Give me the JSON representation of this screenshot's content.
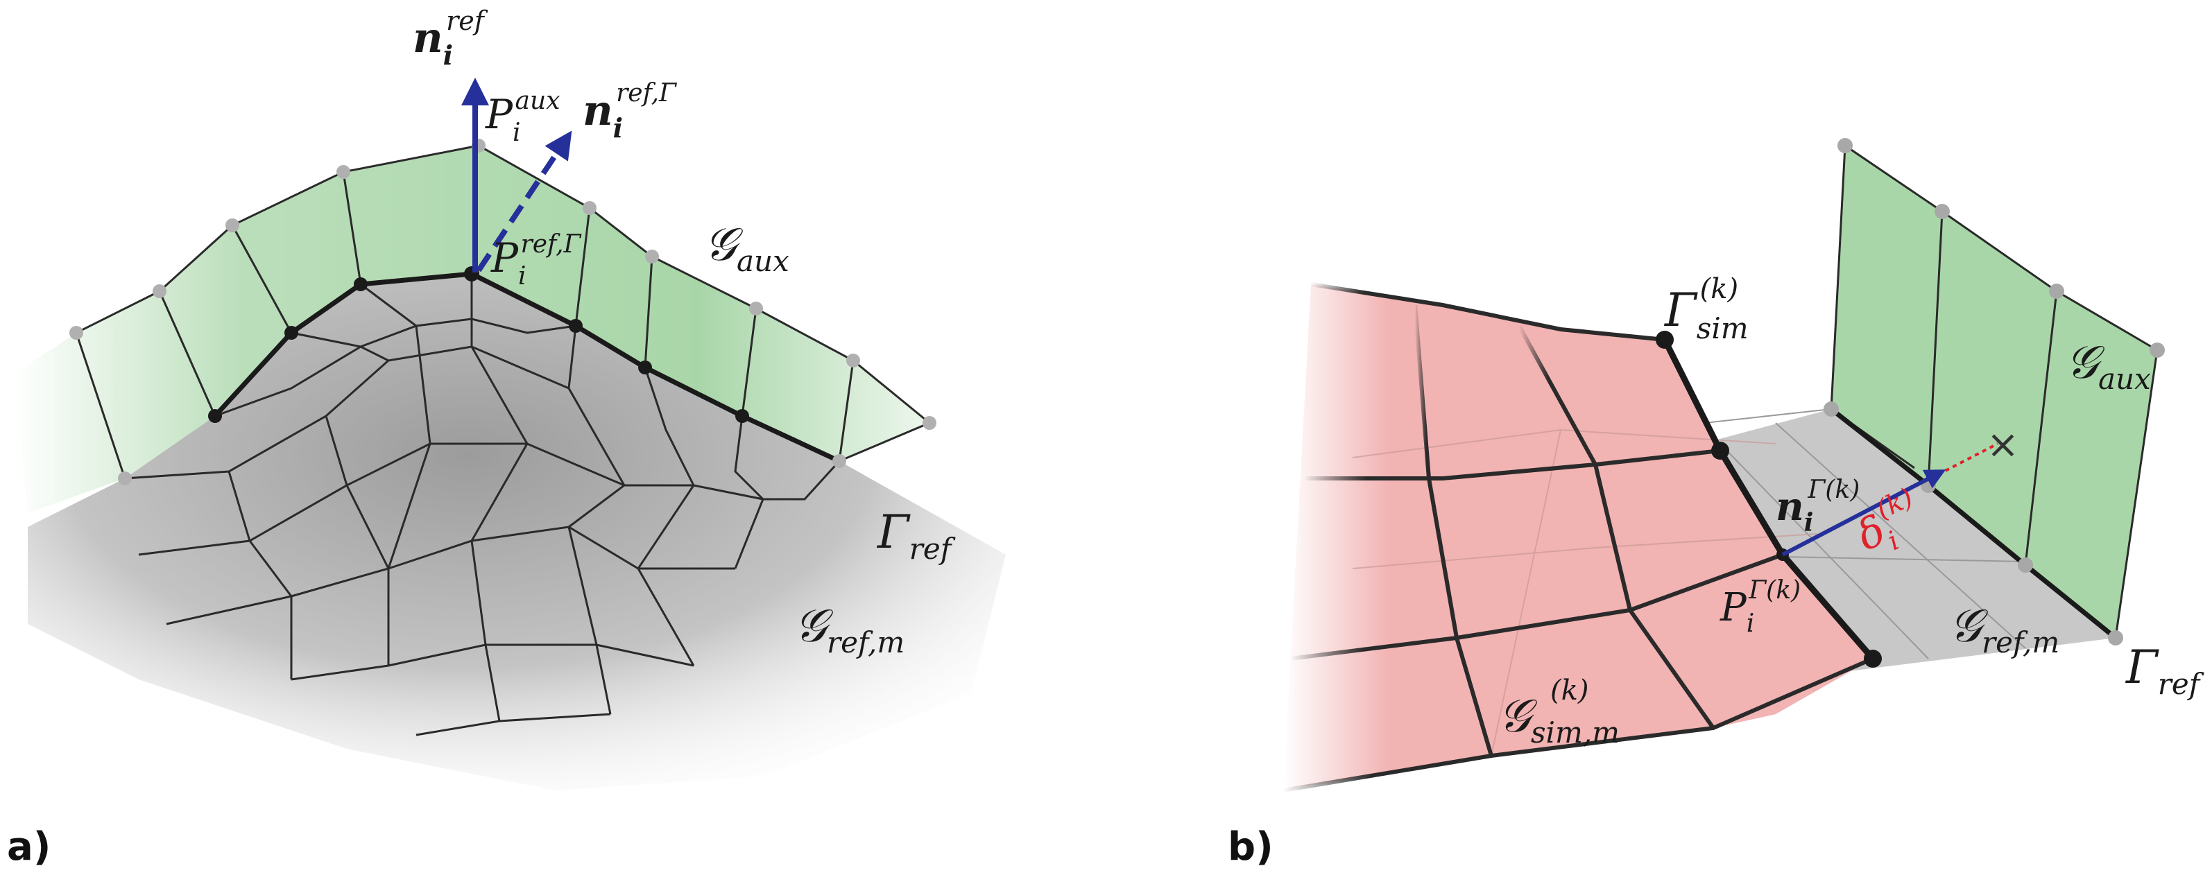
{
  "panels": {
    "a": {
      "tag": "a)",
      "labels": {
        "n_ref": {
          "base": "n",
          "sub": "i",
          "sup": "ref"
        },
        "p_aux": {
          "base": "P",
          "sub": "i",
          "sup": "aux"
        },
        "n_ref_gamma": {
          "base": "n",
          "sub": "i",
          "sup": "ref,Γ"
        },
        "p_ref_gamma": {
          "base": "P",
          "sub": "i",
          "sup": "ref,Γ"
        },
        "g_aux": {
          "base": "𝒢",
          "sub": "aux"
        },
        "gamma_ref": {
          "base": "Γ",
          "sub": "ref"
        },
        "g_ref_m": {
          "base": "𝒢",
          "sub": "ref,m"
        }
      }
    },
    "b": {
      "tag": "b)",
      "labels": {
        "gamma_sim": {
          "base": "Γ",
          "sub": "sim",
          "sup": "(k)"
        },
        "g_aux": {
          "base": "𝒢",
          "sub": "aux"
        },
        "n_gamma": {
          "base": "n",
          "sub": "i",
          "sup": "Γ(k)"
        },
        "delta": {
          "base": "δ",
          "sub": "i",
          "sup": "(k)"
        },
        "p_gamma": {
          "base": "P",
          "sub": "i",
          "sup": "Γ(k)"
        },
        "g_ref_m": {
          "base": "𝒢",
          "sub": "ref,m"
        },
        "gamma_ref": {
          "base": "Γ",
          "sub": "ref"
        },
        "g_sim_m": {
          "base": "𝒢",
          "sub": "sim,m",
          "sup": "(k)"
        },
        "cross": "×"
      }
    }
  },
  "colors": {
    "aux_surface": "#a9d6a9",
    "ref_surface": "#bdbdbd",
    "sim_surface": "#f2b3b3",
    "mesh_line": "#2a2a2a",
    "normal_arrow": "#25309a",
    "delta": "#e0202a",
    "node_dark": "#1a1a1a",
    "node_light": "#b0b0b0"
  }
}
